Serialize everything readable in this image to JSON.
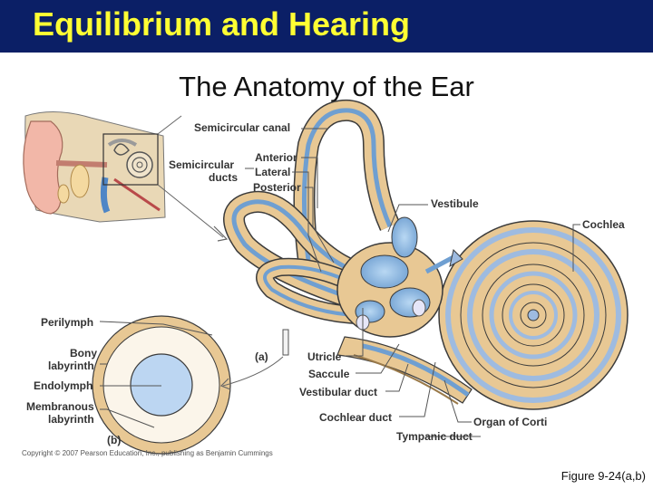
{
  "slide": {
    "title": "Equilibrium and Hearing",
    "subtitle": "The Anatomy of the Ear",
    "copyright": "Copyright © 2007 Pearson Education, Inc., publishing as Benjamin Cummings",
    "figure_ref": "Figure 9-24(a,b)"
  },
  "labels": {
    "semicircular_canal": "Semicircular canal",
    "semicircular": "Semicircular",
    "ducts": "ducts",
    "anterior": "Anterior",
    "lateral": "Lateral",
    "posterior": "Posterior",
    "vestibule": "Vestibule",
    "cochlea": "Cochlea",
    "perilymph": "Perilymph",
    "bony": "Bony",
    "labyrinth": "labyrinth",
    "endolymph": "Endolymph",
    "membranous": "Membranous",
    "labyrinth2": "labyrinth",
    "part_a": "(a)",
    "part_b": "(b)",
    "utricle": "Utricle",
    "saccule": "Saccule",
    "vestibular_duct": "Vestibular duct",
    "cochlear_duct": "Cochlear duct",
    "organ_of_corti": "Organ of Corti",
    "tympanic_duct": "Tympanic duct"
  },
  "colors": {
    "title_bar": "#0b1f66",
    "title_text": "#ffff33",
    "bony_labyrinth": "#e8c894",
    "membranous_labyrinth": "#bcd6f2",
    "outline": "#3b3b3b"
  }
}
